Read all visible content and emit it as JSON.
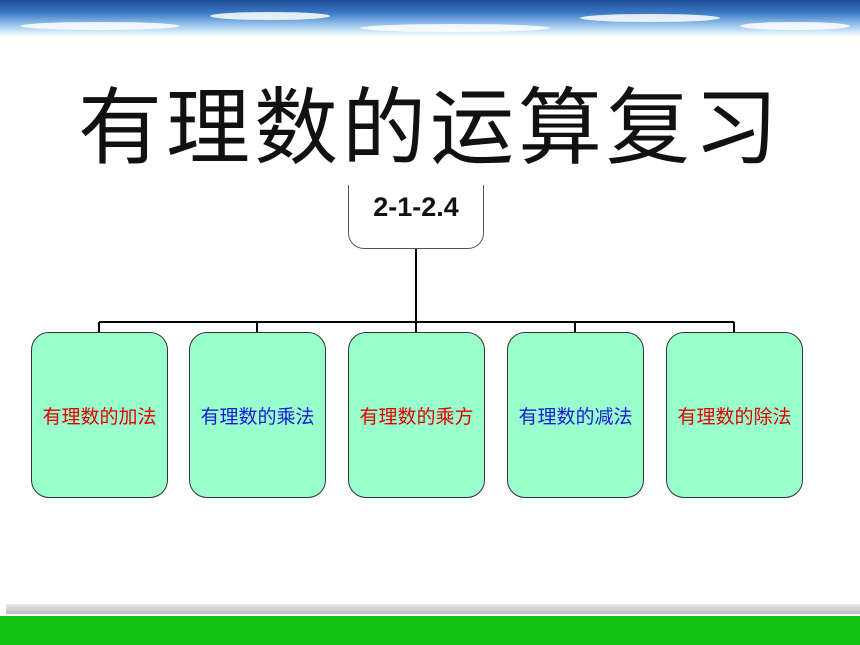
{
  "title": "有理数的运算复习",
  "root": {
    "label": "2-1-2.4"
  },
  "children": [
    {
      "label": "有理数的加法",
      "color": "#e00000"
    },
    {
      "label": "有理数的乘法",
      "color": "#1a1ad8"
    },
    {
      "label": "有理数的乘方",
      "color": "#e00000"
    },
    {
      "label": "有理数的减法",
      "color": "#1a1ad8"
    },
    {
      "label": "有理数的除法",
      "color": "#e00000"
    }
  ],
  "colors": {
    "node_fill": "#99ffcc",
    "bottom_band": "#12c212"
  }
}
